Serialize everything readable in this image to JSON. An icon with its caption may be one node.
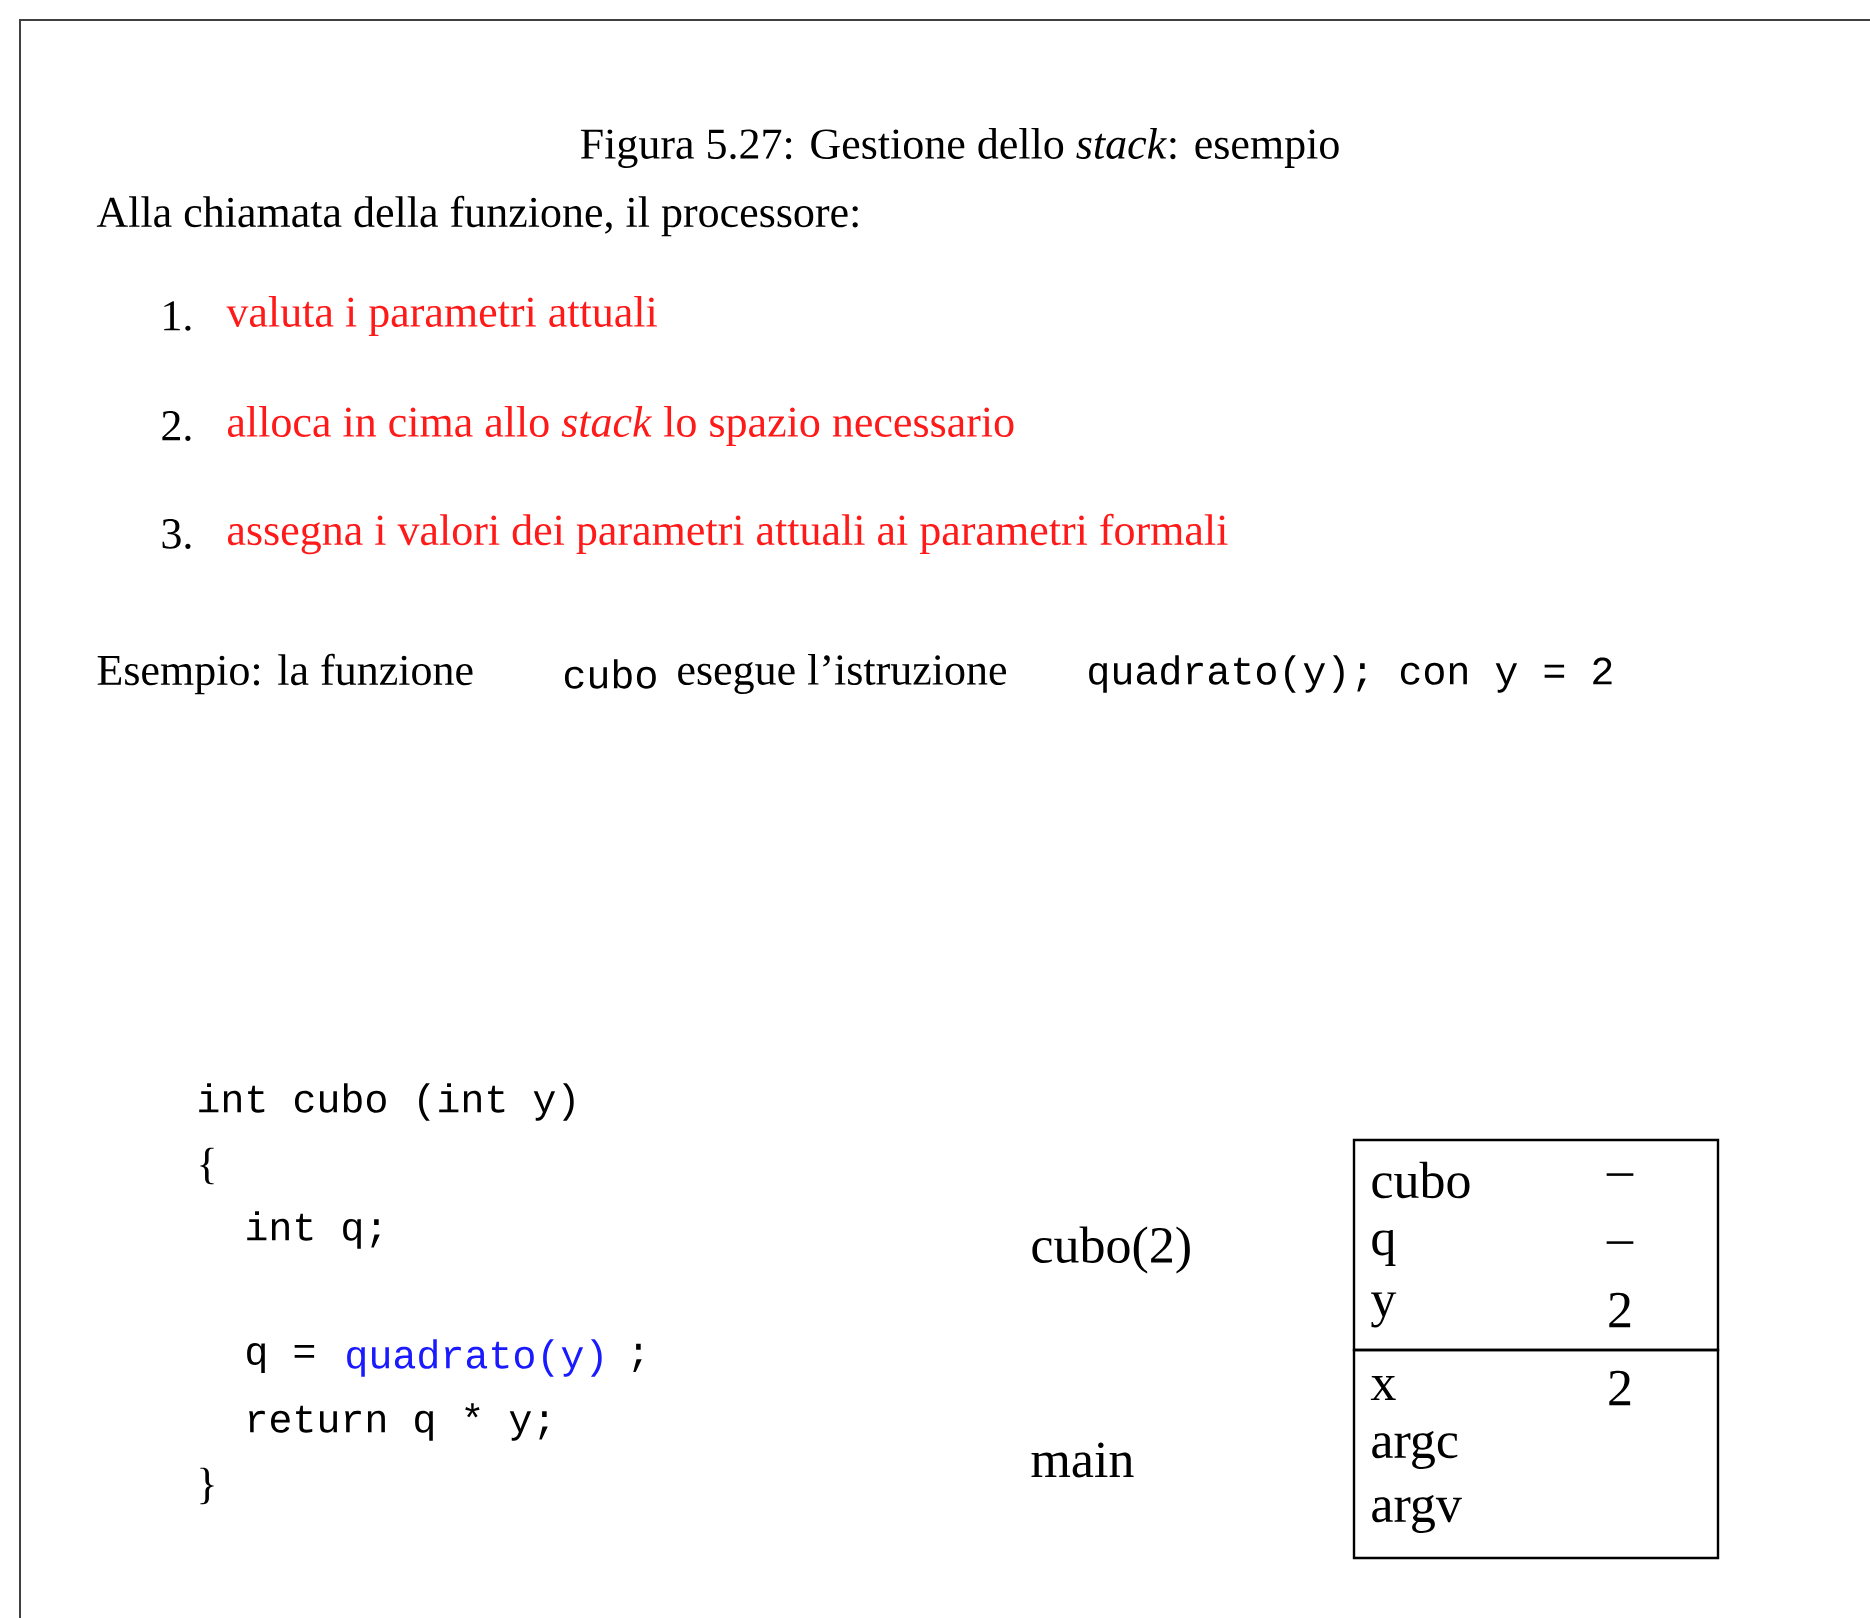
{
  "diagram": {
    "title": "Figura 5.27: Gestione dello *stack*: esempio",
    "nodes": [
      {
        "text": [
          "cubo",
          "–",
          "q",
          "–",
          "y",
          "2"
        ]
      },
      {
        "text": [
          "x",
          "2",
          "argc",
          "argv"
        ]
      }
    ],
    "labels": [
      "Alla chiamata della funzione, il processore:",
      "1.",
      "valuta i parametri attuali",
      "2.",
      "alloca in cima allo *stack* lo spazio necessario",
      "3.",
      "assegna i valori dei parametri attuali ai parametri formali",
      "Esempio: la funzione",
      "cubo",
      "esegue l’istruzione",
      "quadrato(y); con y = 2",
      "int cubo (int y)",
      "{",
      "int q;",
      "q =",
      "quadrato(y)",
      ";",
      "return q * y;",
      "}",
      "cubo(2)",
      "main"
    ]
  }
}
